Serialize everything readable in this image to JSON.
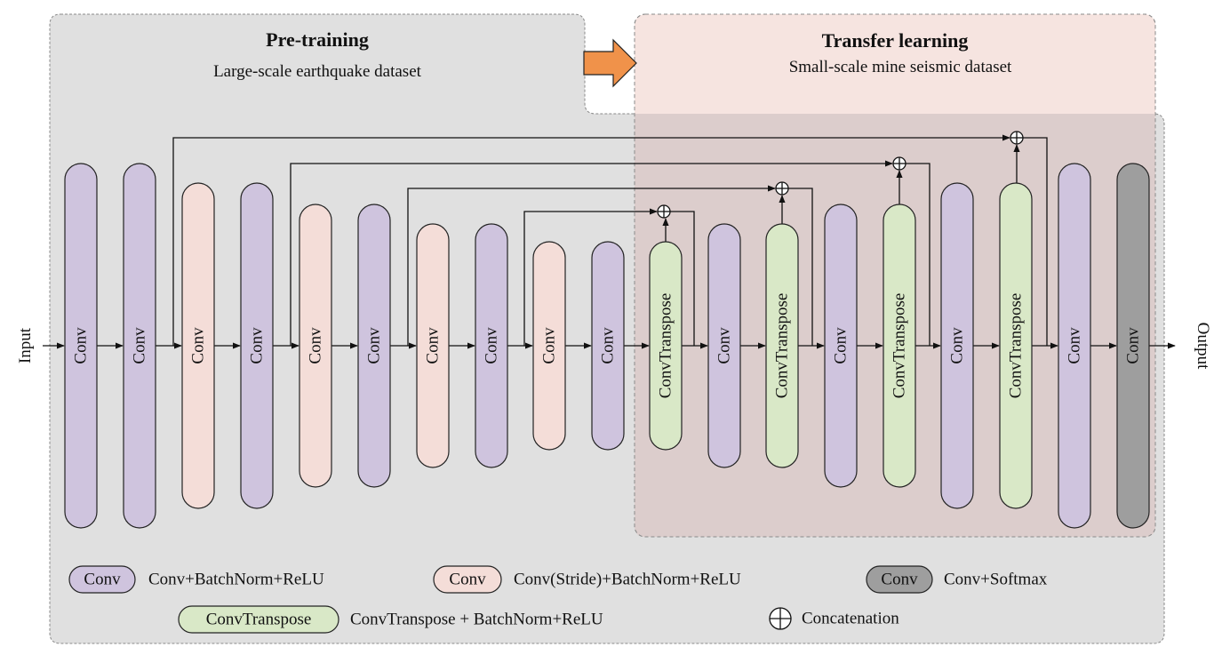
{
  "pretraining": {
    "title": "Pre-training",
    "subtitle": "Large-scale earthquake dataset"
  },
  "transfer": {
    "title": "Transfer learning",
    "subtitle": "Small-scale mine seismic dataset"
  },
  "io": {
    "input": "Input",
    "output": "Output"
  },
  "blocks": [
    {
      "label": "Conv",
      "kind": "conv"
    },
    {
      "label": "Conv",
      "kind": "conv"
    },
    {
      "label": "Conv",
      "kind": "stride"
    },
    {
      "label": "Conv",
      "kind": "conv"
    },
    {
      "label": "Conv",
      "kind": "stride"
    },
    {
      "label": "Conv",
      "kind": "conv"
    },
    {
      "label": "Conv",
      "kind": "stride"
    },
    {
      "label": "Conv",
      "kind": "conv"
    },
    {
      "label": "Conv",
      "kind": "stride"
    },
    {
      "label": "Conv",
      "kind": "conv"
    },
    {
      "label": "ConvTranspose",
      "kind": "transpose"
    },
    {
      "label": "Conv",
      "kind": "conv"
    },
    {
      "label": "ConvTranspose",
      "kind": "transpose"
    },
    {
      "label": "Conv",
      "kind": "conv"
    },
    {
      "label": "ConvTranspose",
      "kind": "transpose"
    },
    {
      "label": "Conv",
      "kind": "conv"
    },
    {
      "label": "ConvTranspose",
      "kind": "transpose"
    },
    {
      "label": "Conv",
      "kind": "conv"
    },
    {
      "label": "Conv",
      "kind": "softmax"
    }
  ],
  "legend": [
    {
      "chip": "Conv",
      "kind": "conv",
      "label": "Conv+BatchNorm+ReLU"
    },
    {
      "chip": "Conv",
      "kind": "stride",
      "label": "Conv(Stride)+BatchNorm+ReLU"
    },
    {
      "chip": "Conv",
      "kind": "softmax",
      "label": "Conv+Softmax"
    },
    {
      "chip": "ConvTranspose",
      "kind": "transpose",
      "label": "ConvTranspose + BatchNorm+ReLU"
    },
    {
      "chip": "",
      "kind": "concat",
      "label": "Concatenation"
    }
  ],
  "colors": {
    "conv": "#cfc4de",
    "stride": "#f4ddd8",
    "transpose": "#d9e8c7",
    "softmax": "#9e9e9e",
    "pretrain_bg": "#e0e0e0",
    "transfer_bg": "#f6e4e0",
    "overlap_bg": "#dccdcc",
    "arrow": "#f0924a"
  }
}
